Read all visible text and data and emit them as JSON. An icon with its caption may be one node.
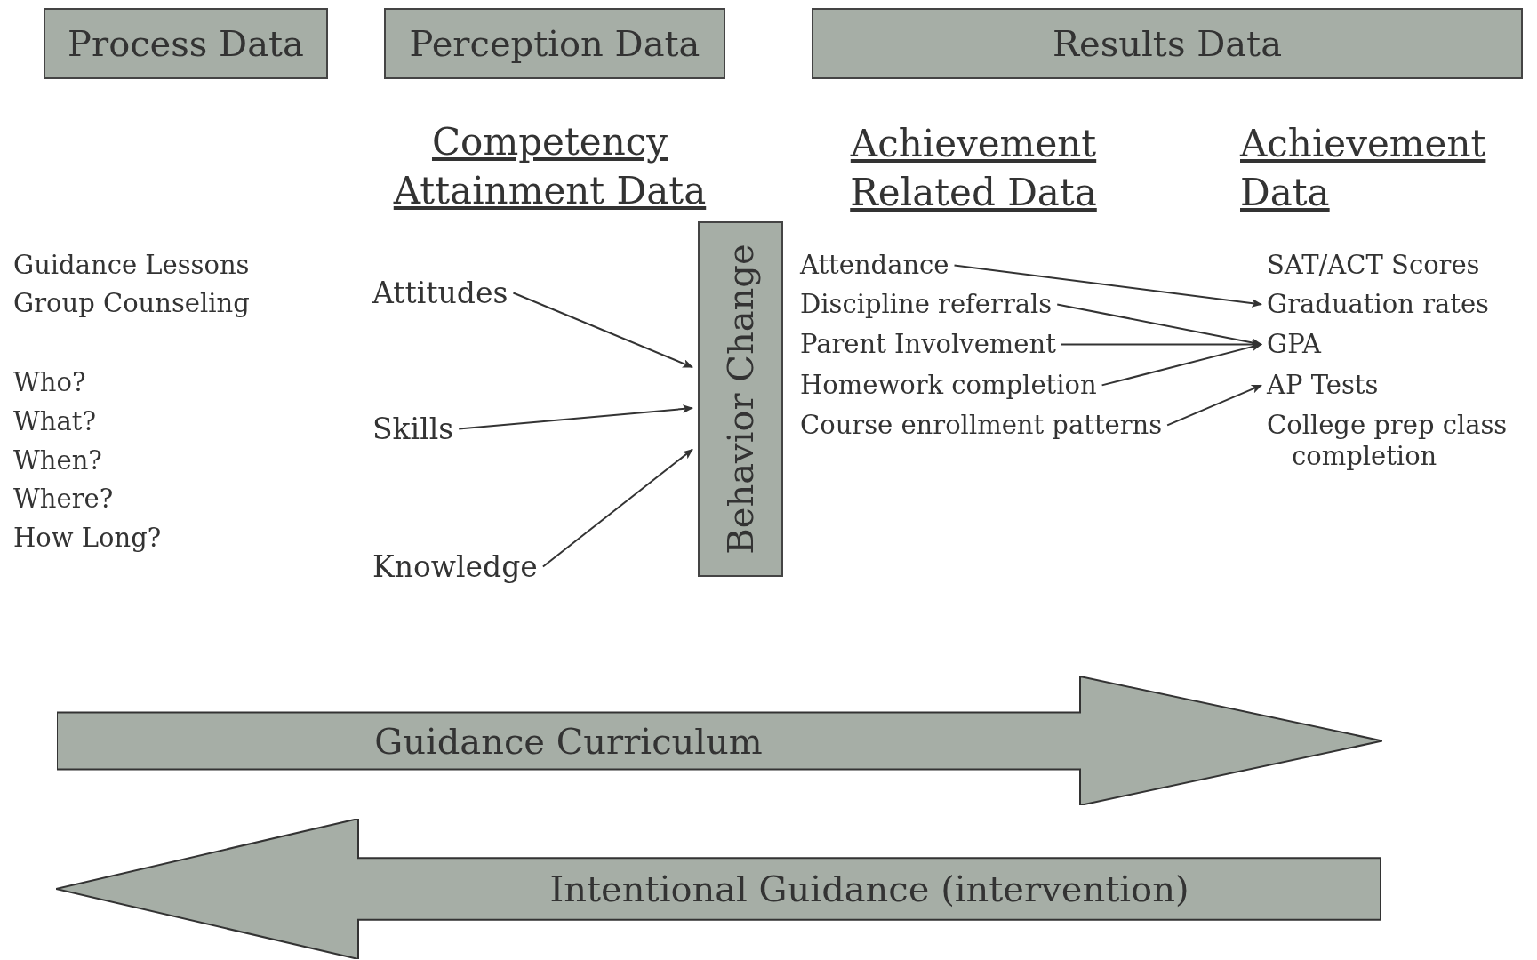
{
  "diagram": {
    "nodes": [
      {
        "text": [
          "Process Data"
        ]
      },
      {
        "text": [
          "Perception Data"
        ]
      },
      {
        "text": [
          "Results Data"
        ]
      },
      {
        "text": [
          "Attitudes"
        ]
      },
      {
        "text": [
          "Behavior Change"
        ]
      },
      {
        "text": [
          "Attendance"
        ]
      },
      {
        "text": [
          "Graduation rates"
        ]
      },
      {
        "text": [
          "Discipline referrals"
        ]
      },
      {
        "text": [
          "GPA"
        ]
      },
      {
        "text": [
          "Parent Involvement"
        ]
      },
      {
        "text": [
          "Homework completion"
        ]
      },
      {
        "text": [
          "AP Tests"
        ]
      },
      {
        "text": [
          "Skills"
        ]
      },
      {
        "text": [
          "Course enrollment patterns"
        ]
      },
      {
        "text": [
          "Knowledge"
        ]
      },
      {
        "text": [
          "Guidance Curriculum"
        ]
      },
      {
        "text": [
          "Intentional Guidance (intervention)"
        ]
      }
    ],
    "edges": [
      {
        "from": 3,
        "to": 4,
        "arrow": "to"
      },
      {
        "from": 12,
        "to": 4,
        "arrow": "to"
      },
      {
        "from": 14,
        "to": 4,
        "arrow": "to"
      },
      {
        "from": 5,
        "to": 6,
        "arrow": "to"
      },
      {
        "from": 7,
        "to": 8,
        "arrow": "to"
      },
      {
        "from": 9,
        "to": 8,
        "arrow": "to"
      },
      {
        "from": 10,
        "to": 8,
        "arrow": "to"
      },
      {
        "from": 13,
        "to": 11,
        "arrow": "to"
      }
    ],
    "labels": [
      "Competency Attainment Data",
      "Achievement Related Data",
      "Achievement Data",
      "Guidance Lessons",
      "Group Counseling",
      "SAT/ACT  Scores",
      "Who?",
      "What?",
      "When?",
      "Where?",
      "How Long?",
      "College prep class completion"
    ]
  }
}
